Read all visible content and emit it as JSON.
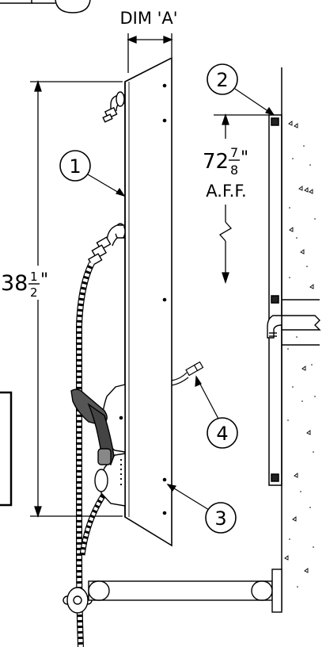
{
  "labels": {
    "dim_a": "DIM  'A'",
    "overall_height_whole": "38",
    "overall_height_num": "1",
    "overall_height_den": "2",
    "mount_height_whole": "72",
    "mount_height_num": "7",
    "mount_height_den": "8",
    "inch_mark": "\"",
    "aff": "A.F.F."
  },
  "callouts": [
    {
      "id": "1",
      "text": "1"
    },
    {
      "id": "2",
      "text": "2"
    },
    {
      "id": "3",
      "text": "3"
    },
    {
      "id": "4",
      "text": "4"
    }
  ],
  "colors": {
    "line": "#000000",
    "background": "#ffffff"
  }
}
